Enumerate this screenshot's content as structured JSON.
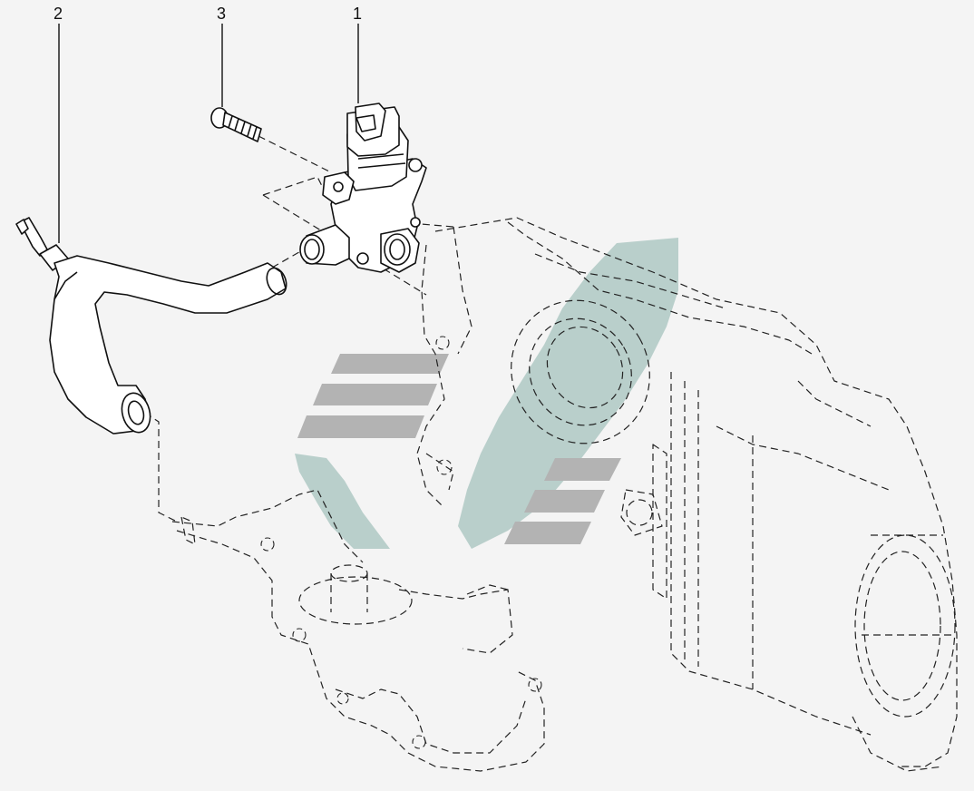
{
  "diagram": {
    "callouts": [
      {
        "id": "1",
        "label": "1"
      },
      {
        "id": "2",
        "label": "2"
      },
      {
        "id": "3",
        "label": "3"
      }
    ],
    "parts": {
      "valve": "solenoid-valve",
      "hose": "coolant-hose",
      "bolt": "bolt",
      "engine": "engine-block-outline",
      "housing": "thermostat-housing-outline"
    },
    "colors": {
      "line": "#111111",
      "background": "#f4f4f4",
      "watermark_gray": "#b3b3b3",
      "watermark_green": "#b9cfcb"
    }
  }
}
